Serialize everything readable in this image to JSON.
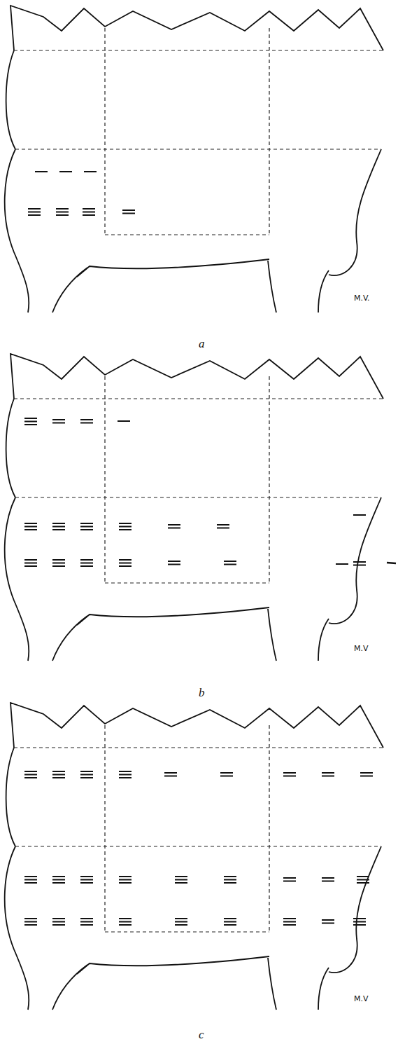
{
  "diagram": {
    "labels": [
      "M.V.",
      "a",
      "M.V",
      "b",
      "M.V",
      "c"
    ]
  }
}
